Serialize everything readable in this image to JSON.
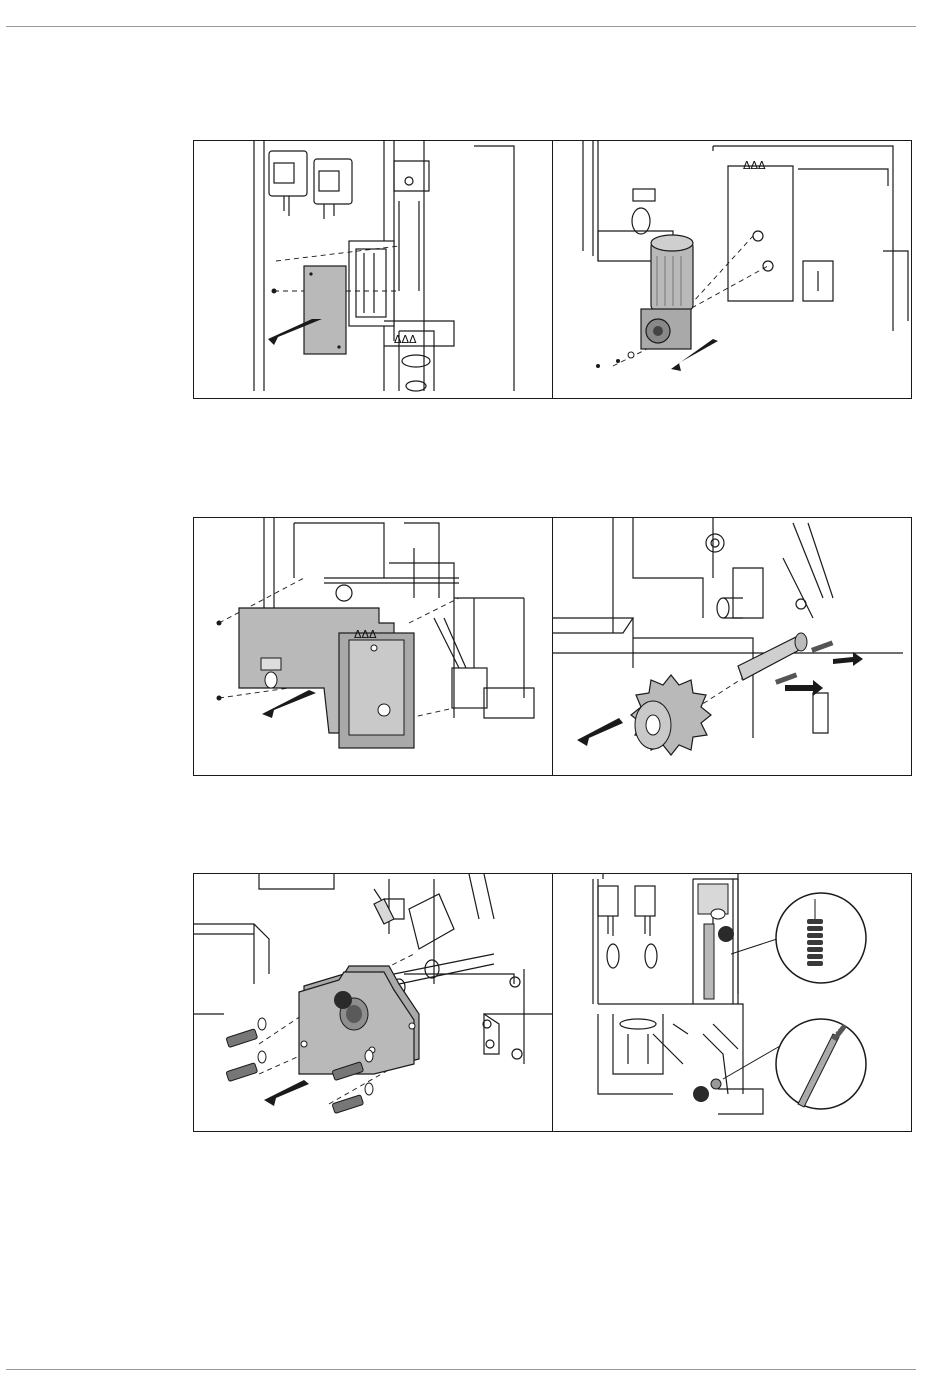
{
  "page": {
    "figures": [
      {
        "left": {
          "description_icon": "drive-cover-removal-icon",
          "marker": "ΔΔΔ"
        },
        "right": {
          "description_icon": "gear-motor-removal-icon",
          "marker": "ΔΔΔ"
        }
      },
      {
        "left": {
          "description_icon": "front-panel-removal-icon",
          "marker": "ΔΔΔ"
        },
        "right": {
          "description_icon": "sprocket-removal-icon"
        }
      },
      {
        "left": {
          "description_icon": "bearing-plate-removal-icon"
        },
        "right": {
          "description_icon": "spring-and-pin-detail-icon"
        }
      }
    ]
  },
  "colors": {
    "line": "#1a1a1a",
    "fill_gray": "#b9b9b9",
    "dark": "#333333"
  }
}
